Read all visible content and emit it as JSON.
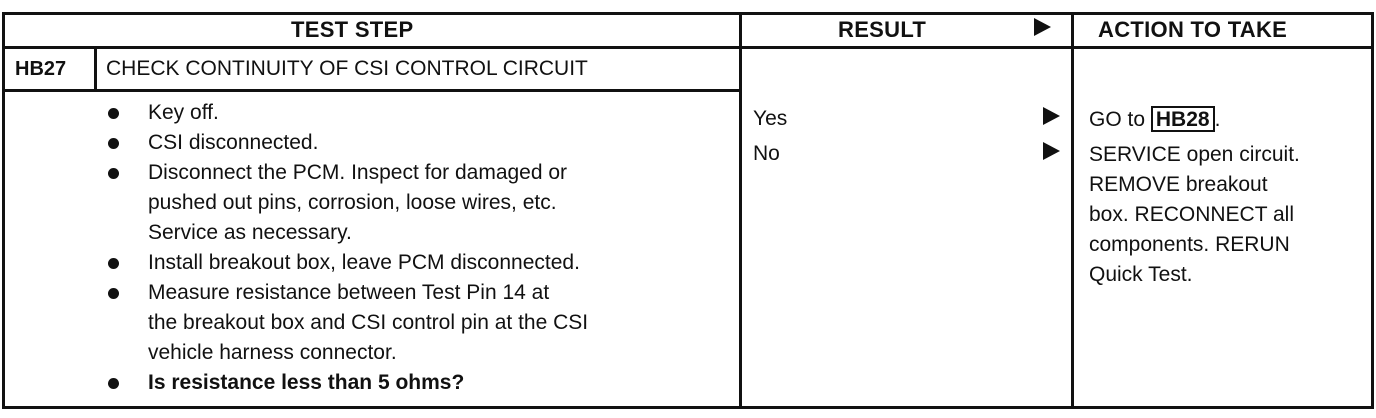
{
  "header": {
    "test_step": "TEST STEP",
    "result": "RESULT",
    "action": "ACTION TO TAKE"
  },
  "step": {
    "id": "HB27",
    "title": "CHECK CONTINUITY OF CSI CONTROL CIRCUIT"
  },
  "bullets": [
    {
      "lines": [
        "Key off."
      ]
    },
    {
      "lines": [
        "CSI disconnected."
      ]
    },
    {
      "lines": [
        "Disconnect the PCM. Inspect for damaged or",
        "pushed out pins, corrosion, loose wires, etc.",
        "Service as necessary."
      ]
    },
    {
      "lines": [
        "Install breakout box, leave PCM disconnected."
      ]
    },
    {
      "lines": [
        "Measure resistance between Test Pin 14 at",
        "the breakout box and CSI control pin at the CSI",
        "vehicle harness connector."
      ]
    },
    {
      "lines": [
        "Is resistance less than 5 ohms?"
      ]
    }
  ],
  "results": [
    {
      "label": "Yes"
    },
    {
      "label": "No"
    }
  ],
  "actions": {
    "yes_prefix": "GO to",
    "yes_ref": "HB28",
    "yes_suffix": ".",
    "no_lines": [
      "SERVICE open circuit.",
      "REMOVE breakout",
      "box. RECONNECT all",
      "components. RERUN",
      "Quick Test."
    ]
  }
}
